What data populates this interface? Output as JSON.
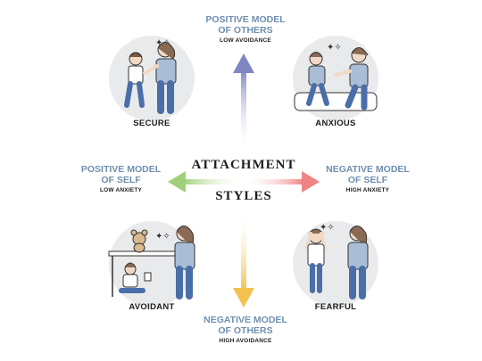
{
  "top": {
    "title_line1": "POSITIVE MODEL",
    "title_line2": "OF OTHERS",
    "sub": "LOW AVOIDANCE"
  },
  "bottom": {
    "title_line1": "NEGATIVE MODEL",
    "title_line2": "OF OTHERS",
    "sub": "HIGH AVOIDANCE"
  },
  "left": {
    "title_line1": "POSITIVE MODEL",
    "title_line2": "OF SELF",
    "sub": "LOW ANXIETY"
  },
  "right": {
    "title_line1": "NEGATIVE MODEL",
    "title_line2": "OF SELF",
    "sub": "HIGH ANXIETY"
  },
  "center": {
    "line1": "ATTACHMENT",
    "line2": "STYLES"
  },
  "quadrants": {
    "secure": "SECURE",
    "anxious": "ANXIOUS",
    "avoidant": "AVOIDANT",
    "fearful": "FEARFUL"
  },
  "colors": {
    "label_blue": "#6f8fb0",
    "arrow_top": "#7f86c4",
    "arrow_bottom": "#f2c14e",
    "arrow_left": "#9fd07a",
    "arrow_right": "#f08484",
    "circle": "#e9eaec"
  }
}
